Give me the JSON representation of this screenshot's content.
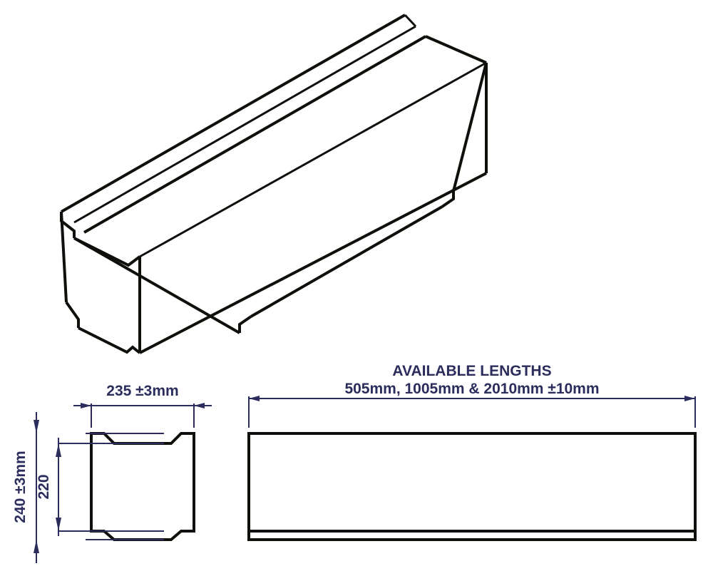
{
  "drawing": {
    "type": "engineering-orthographic-and-isometric",
    "subject": "Concrete channel / trough kerb block",
    "units": "mm",
    "colors": {
      "object_line": "#100f0c",
      "dimension_line": "#2b2d5c",
      "dimension_text": "#2b2d5c",
      "background": "#ffffff"
    }
  },
  "views": {
    "isometric": {
      "name": "Isometric pictorial view",
      "description": "Elongated channel block with open top trough and chamfered arrises"
    },
    "end_elevation": {
      "name": "End elevation / cross section",
      "description": "Square-ish section with chamfered top and bottom corners"
    },
    "side_elevation": {
      "name": "Side elevation",
      "description": "Long rectangle with lower edge line indicating base chamfer"
    }
  },
  "annotations": {
    "available_lengths_title": "AVAILABLE LENGTHS",
    "available_lengths_values": "505mm, 1005mm & 2010mm ±10mm",
    "width_dim": "235 ±3mm",
    "overall_height_dim": "240 ±3mm",
    "inner_height_dim": "220"
  },
  "dimensions_numeric": {
    "width_mm": 235,
    "width_tolerance_mm": 3,
    "overall_height_mm": 240,
    "overall_height_tolerance_mm": 3,
    "inner_height_mm": 220,
    "lengths_mm": [
      505,
      1005,
      2010
    ],
    "length_tolerance_mm": 10
  }
}
